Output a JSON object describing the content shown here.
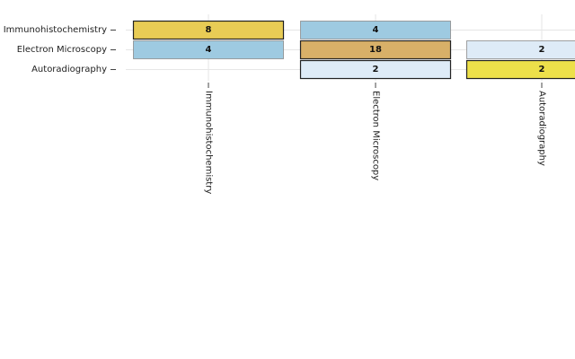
{
  "chart_data": {
    "type": "heatmap",
    "title": "",
    "xlabel": "",
    "ylabel": "",
    "x_categories": [
      "Immunohistochemistry",
      "Electron Microscopy",
      "Autoradiography"
    ],
    "y_categories": [
      "Immunohistochemistry",
      "Electron Microscopy",
      "Autoradiography"
    ],
    "cells": [
      {
        "x": "Immunohistochemistry",
        "y": "Immunohistochemistry",
        "value": 8,
        "color": "#e8cc55"
      },
      {
        "x": "Electron Microscopy",
        "y": "Immunohistochemistry",
        "value": 4,
        "color": "#9ecae1"
      },
      {
        "x": "Immunohistochemistry",
        "y": "Electron Microscopy",
        "value": 4,
        "color": "#9ecae1"
      },
      {
        "x": "Electron Microscopy",
        "y": "Electron Microscopy",
        "value": 18,
        "color": "#d8b068"
      },
      {
        "x": "Autoradiography",
        "y": "Electron Microscopy",
        "value": 2,
        "color": "#deebf7"
      },
      {
        "x": "Electron Microscopy",
        "y": "Autoradiography",
        "value": 2,
        "color": "#deebf7"
      },
      {
        "x": "Autoradiography",
        "y": "Autoradiography",
        "value": 2,
        "color": "#ede04a"
      }
    ],
    "grid": true,
    "legend": "none"
  }
}
